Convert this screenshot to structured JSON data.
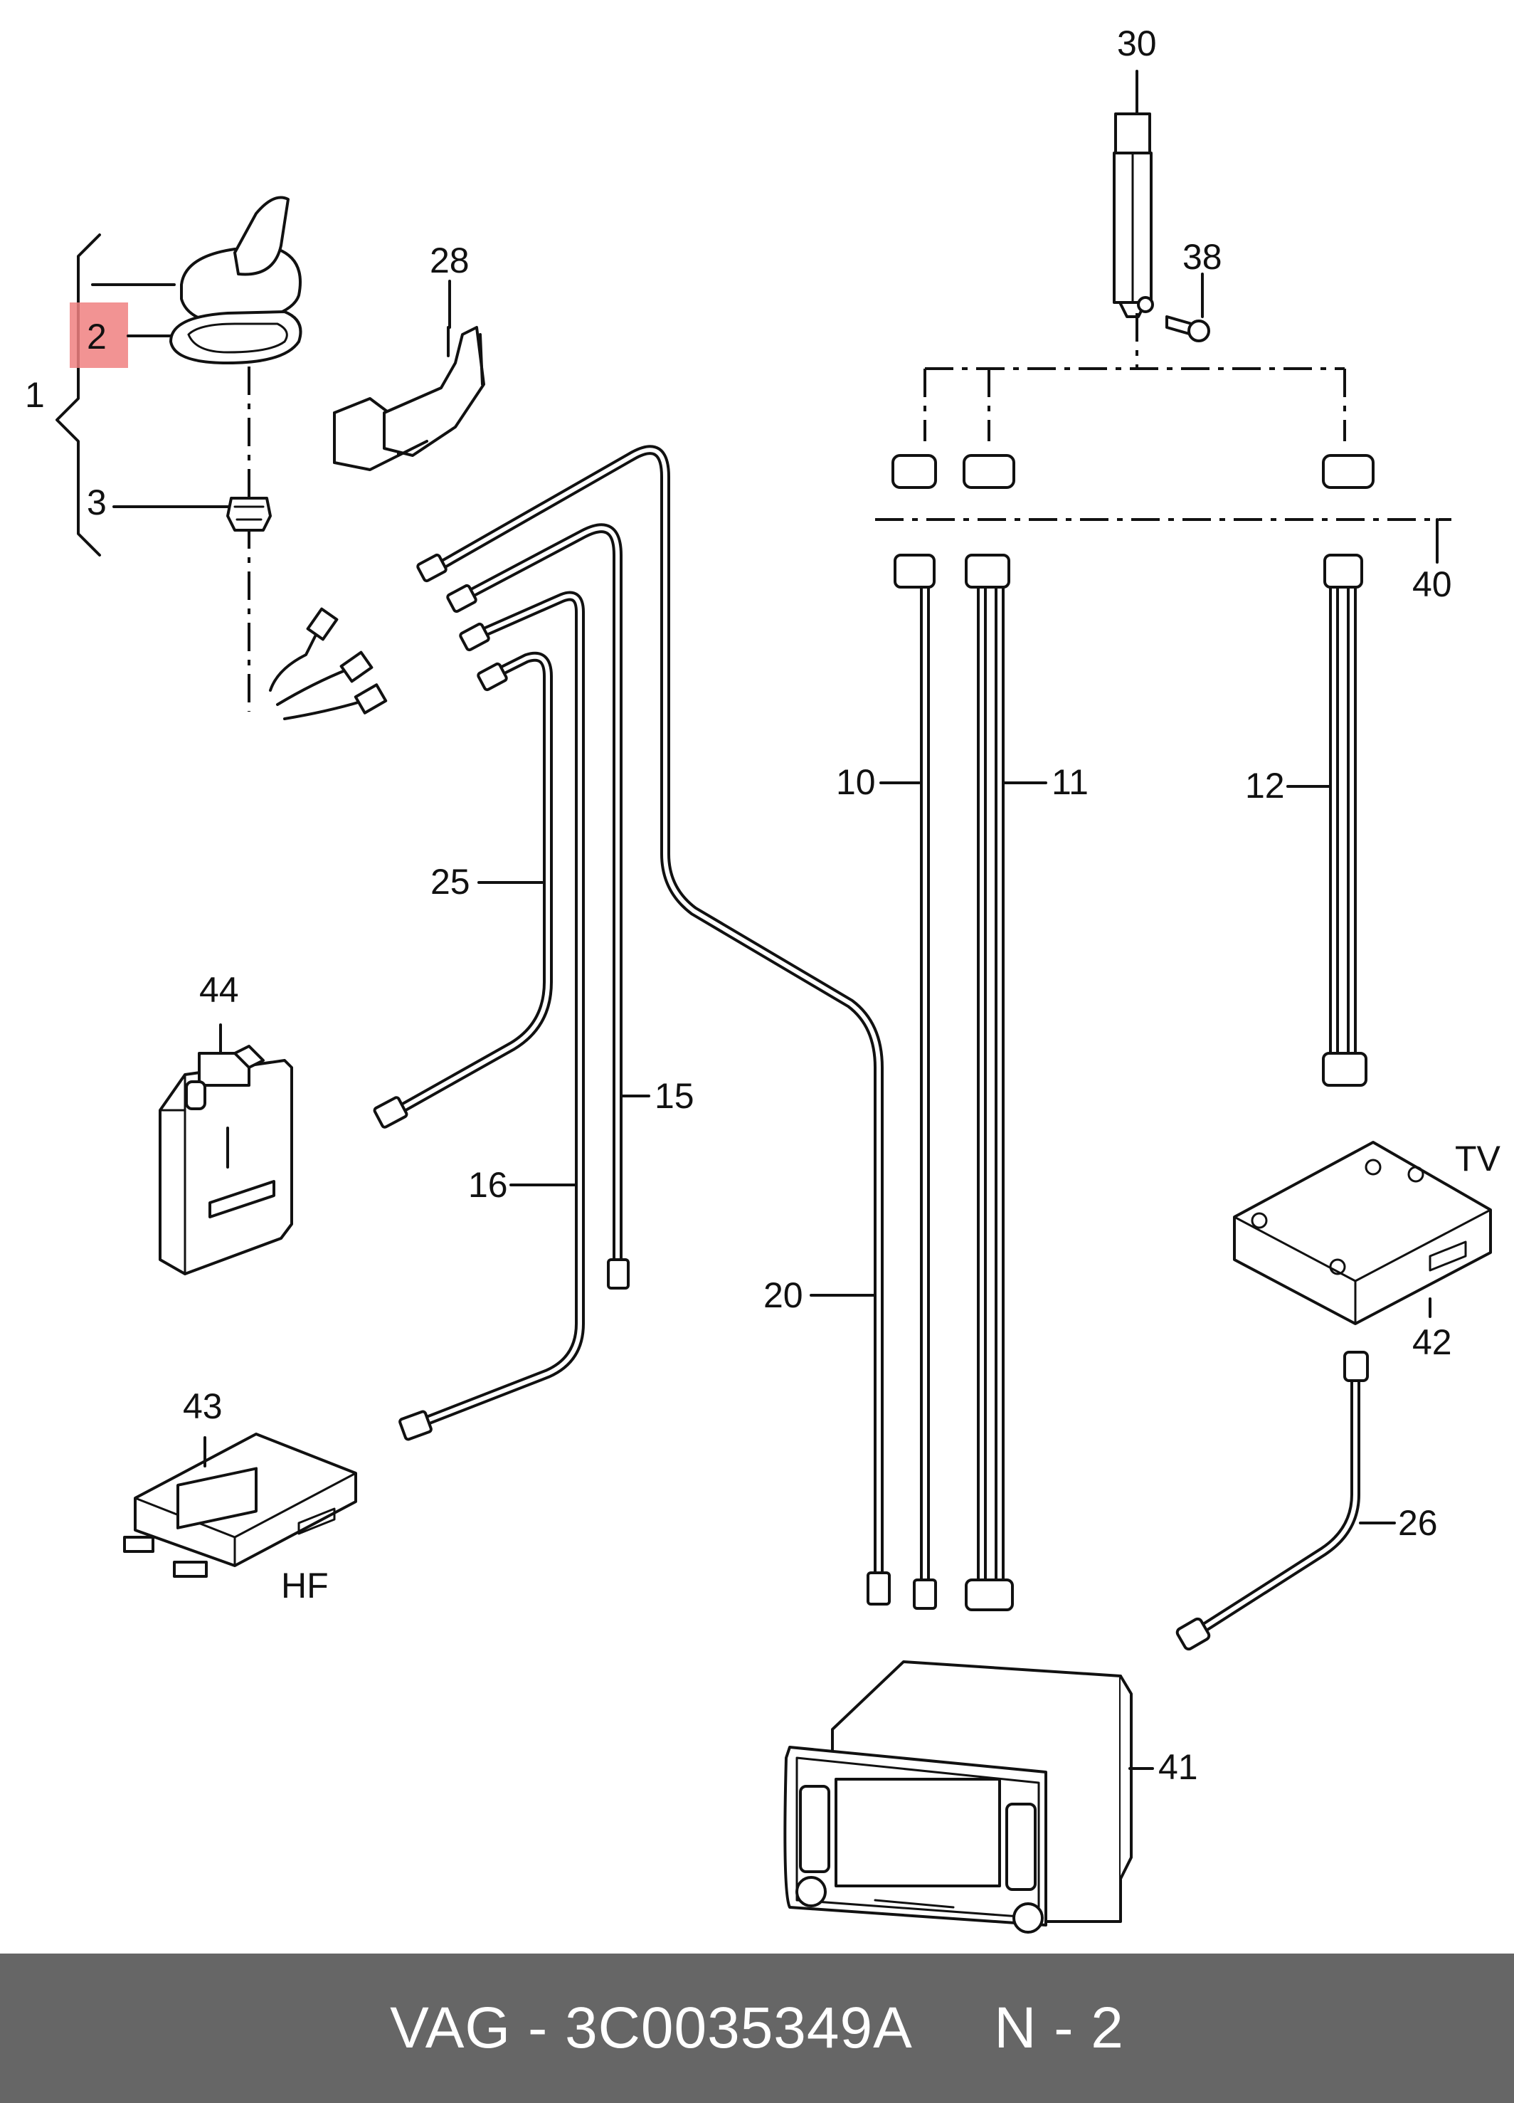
{
  "diagram": {
    "labels": {
      "p1": "1",
      "p2": "2",
      "p3": "3",
      "p10": "10",
      "p11": "11",
      "p12": "12",
      "p15": "15",
      "p16": "16",
      "p20": "20",
      "p25": "25",
      "p26": "26",
      "p28": "28",
      "p30": "30",
      "p38": "38",
      "p40": "40",
      "p41": "41",
      "p42": "42",
      "p43": "43",
      "p44": "44"
    },
    "tags": {
      "tv": "TV",
      "hf": "HF"
    },
    "highlight_color": "#f08080",
    "highlighted_part": "2"
  },
  "footer": {
    "text": "VAG - 3C0035349A     N - 2",
    "background": "#666666"
  }
}
